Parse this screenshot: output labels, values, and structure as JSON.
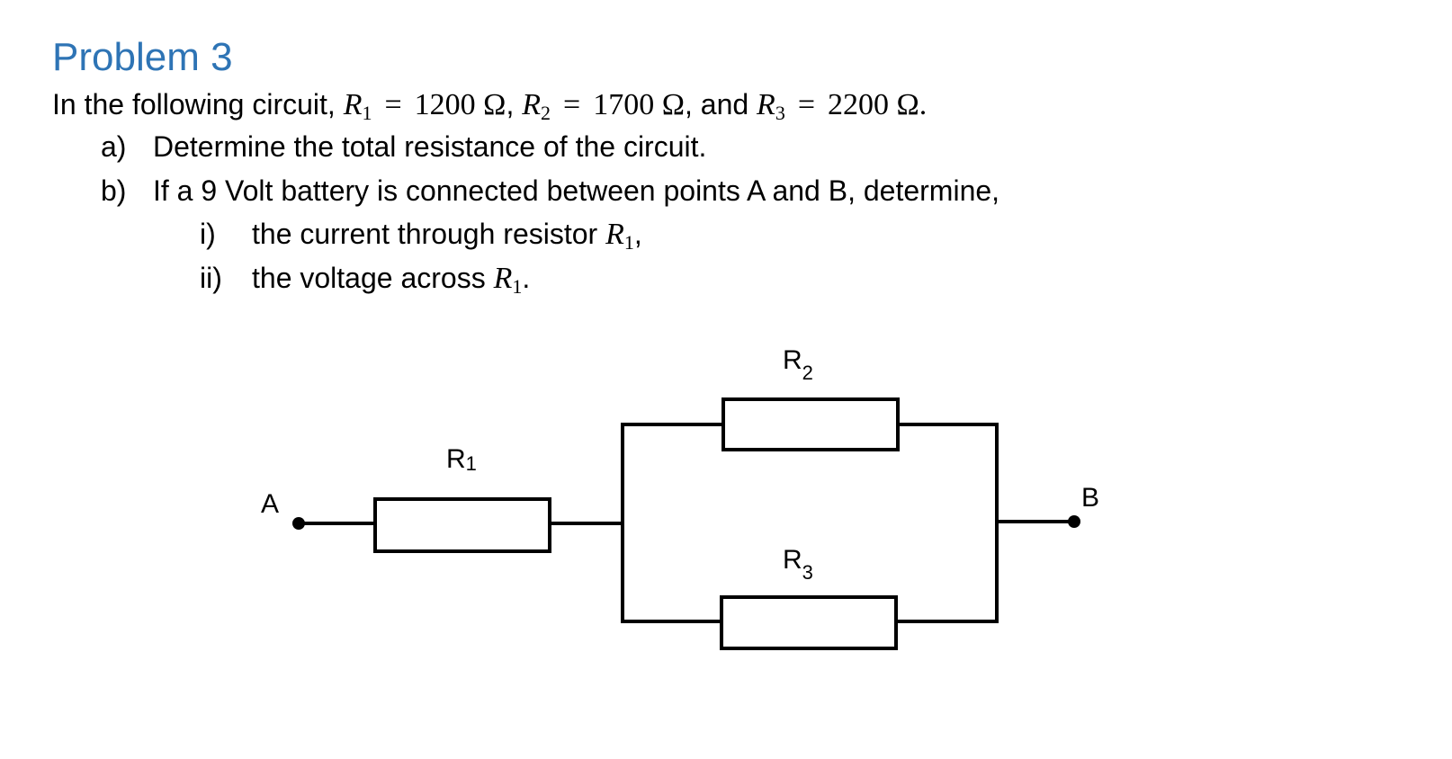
{
  "problem": {
    "title": "Problem 3",
    "intro_prefix": "In the following circuit, ",
    "intro_sep1": ", ",
    "intro_sep2": ", and ",
    "intro_suffix": ".",
    "r1_value": "1200 Ω",
    "r2_value": "1700 Ω",
    "r3_value": "2200 Ω",
    "part_a": {
      "marker": "a)",
      "text": "Determine the total resistance of the circuit."
    },
    "part_b": {
      "marker": "b)",
      "text": "If a 9 Volt battery is connected between points A and B, determine,",
      "sub_i": {
        "marker": "i)",
        "text": "the current through resistor ",
        "suffix": ","
      },
      "sub_ii": {
        "marker": "ii)",
        "text": "the voltage across ",
        "suffix": "."
      }
    }
  },
  "math": {
    "symbol": "R",
    "sub1": "1",
    "sub2": "2",
    "sub3": "3",
    "equals": "="
  },
  "circuit": {
    "node_a": "A",
    "node_b": "B",
    "r1_label": "R",
    "r1_sub": "1",
    "r2_label": "R",
    "r2_sub": "2",
    "r3_label": "R",
    "r3_sub": "3"
  }
}
